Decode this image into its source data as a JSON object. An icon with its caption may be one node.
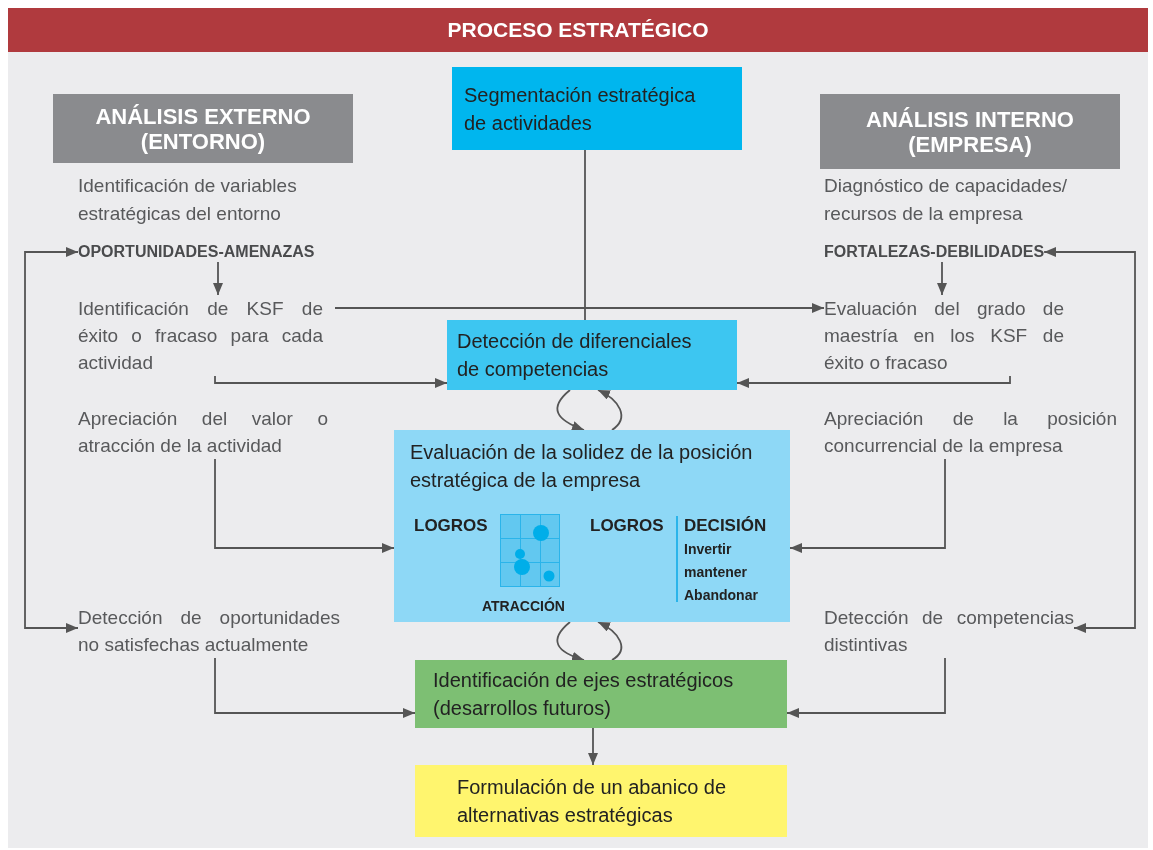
{
  "diagram": {
    "title": "PROCESO ESTRATÉGICO",
    "nodes": [
      {
        "text": [
          "ANÁLISIS EXTERNO (ENTORNO)"
        ]
      },
      {
        "text": [
          "OPORTUNIDADES-AMENAZAS"
        ]
      },
      {
        "text": [
          "Identificación de KSF de éxito o fracaso para cada actividad"
        ]
      },
      {
        "text": [
          "Apreciación del valor o atracción de la actividad"
        ]
      },
      {
        "text": [
          "Detección de oportunidades no satisfechas actualmente"
        ]
      },
      {
        "text": [
          "Segmentación estratégica de actividades"
        ]
      },
      {
        "text": [
          "Detección de diferenciales de competencias"
        ]
      },
      {
        "text": [
          "Evaluación de la solidez de la posición estratégica de la empresa",
          "LOGROS",
          "ATRACCIÓN",
          "LOGROS",
          "DECISIÓN",
          "Invertir",
          "mantener",
          "Abandonar"
        ]
      },
      {
        "text": [
          "Identificación de ejes estratégicos (desarrollos futuros)"
        ]
      },
      {
        "text": [
          "Formulación de un abanico de alternativas estratégicas"
        ]
      },
      {
        "text": [
          "ANÁLISIS INTERNO (EMPRESA)"
        ]
      },
      {
        "text": [
          "FORTALEZAS-DEBILIDADES"
        ]
      },
      {
        "text": [
          "Evaluación del grado de maestría en los KSF de éxito o fracaso"
        ]
      },
      {
        "text": [
          "Apreciación de la posición concurrencial de la empresa"
        ]
      },
      {
        "text": [
          "Detección de competencias distintivas"
        ]
      }
    ],
    "edges": [
      {
        "from": 1,
        "to": 2,
        "arrow": "to"
      },
      {
        "from": 2,
        "to": 12,
        "arrow": "to"
      },
      {
        "from": 5,
        "to": 6,
        "arrow": "none"
      },
      {
        "from": 2,
        "to": 6,
        "arrow": "to"
      },
      {
        "from": 3,
        "to": 7,
        "arrow": "to"
      },
      {
        "from": 4,
        "to": 8,
        "arrow": "to"
      },
      {
        "from": 1,
        "to": 4,
        "arrow": "both"
      },
      {
        "from": 6,
        "to": 7,
        "arrow": "to"
      },
      {
        "from": 7,
        "to": 6,
        "arrow": "to"
      },
      {
        "from": 7,
        "to": 8,
        "arrow": "to"
      },
      {
        "from": 8,
        "to": 7,
        "arrow": "to"
      },
      {
        "from": 8,
        "to": 9,
        "arrow": "to"
      },
      {
        "from": 11,
        "to": 12,
        "arrow": "to"
      },
      {
        "from": 12,
        "to": 6,
        "arrow": "to"
      },
      {
        "from": 13,
        "to": 7,
        "arrow": "to"
      },
      {
        "from": 14,
        "to": 8,
        "arrow": "to"
      },
      {
        "from": 11,
        "to": 14,
        "arrow": "both"
      }
    ],
    "labels": [
      "Identificación de variables estratégicas del entorno",
      "Diagnóstico de capacidades/ recursos de la empresa"
    ]
  }
}
